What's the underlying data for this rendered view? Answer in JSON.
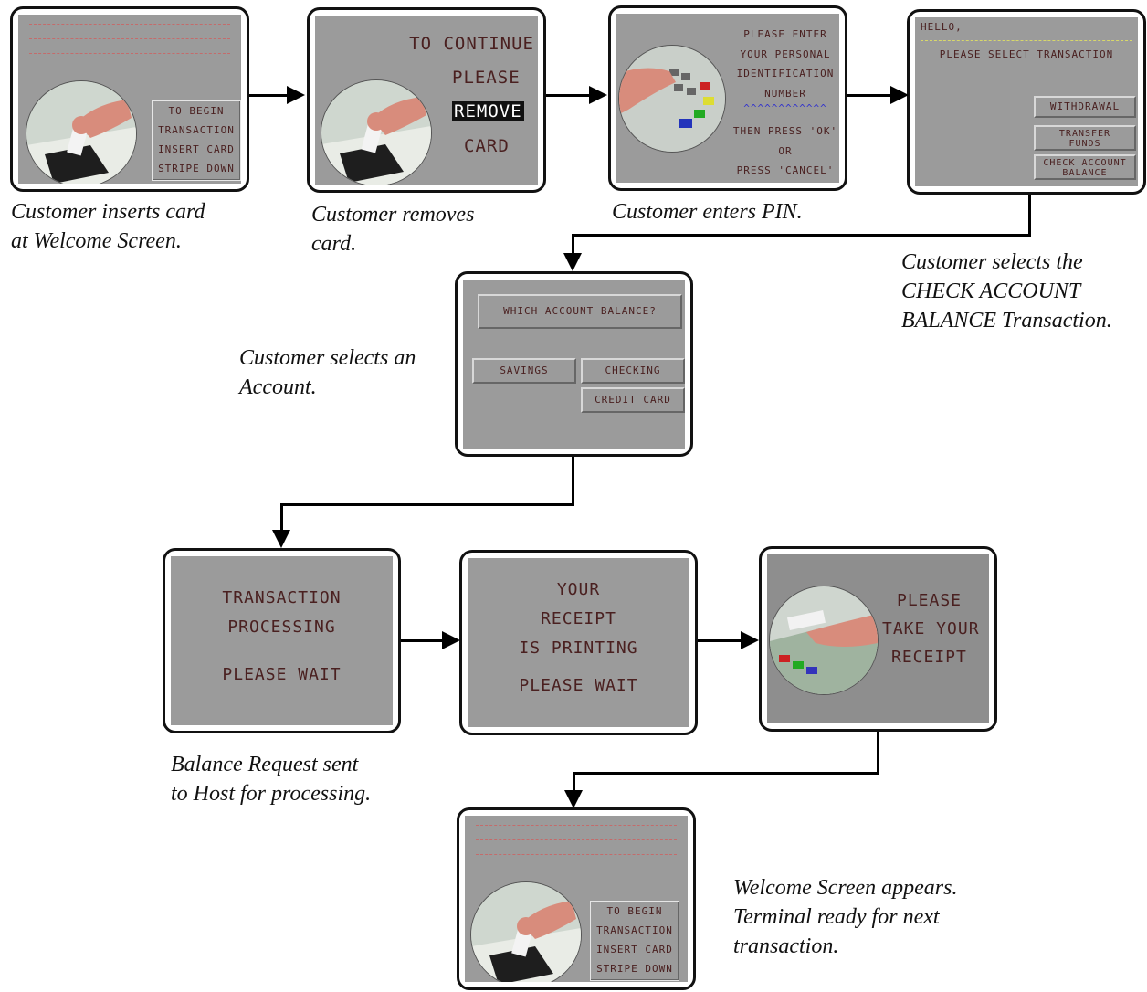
{
  "screens": {
    "welcome": {
      "lines": [
        "TO BEGIN",
        "TRANSACTION",
        "INSERT CARD",
        "STRIPE DOWN"
      ]
    },
    "remove": {
      "line1": "TO CONTINUE",
      "line2": "PLEASE",
      "line3": "REMOVE",
      "line4": "CARD"
    },
    "pin": {
      "lines": [
        "PLEASE ENTER",
        "YOUR PERSONAL",
        "IDENTIFICATION",
        "NUMBER",
        "^^^^^^^^^^^^",
        "THEN PRESS 'OK'",
        "OR",
        "PRESS 'CANCEL'"
      ]
    },
    "select": {
      "hello": "HELLO,",
      "prompt": "PLEASE SELECT TRANSACTION",
      "buttons": [
        "WITHDRAWAL",
        "TRANSFER FUNDS",
        "CHECK ACCOUNT BALANCE"
      ]
    },
    "account": {
      "title": "WHICH ACCOUNT BALANCE?",
      "savings": "SAVINGS",
      "checking": "CHECKING",
      "credit": "CREDIT CARD"
    },
    "processing": {
      "l1": "TRANSACTION",
      "l2": "PROCESSING",
      "l3": "PLEASE WAIT"
    },
    "receipt": {
      "l1": "YOUR",
      "l2": "RECEIPT",
      "l3": "IS PRINTING",
      "l4": "PLEASE WAIT"
    },
    "take": {
      "l1": "PLEASE",
      "l2": "TAKE YOUR",
      "l3": "RECEIPT"
    }
  },
  "captions": {
    "c1": [
      "Customer inserts card",
      "at Welcome Screen."
    ],
    "c2": [
      "Customer removes",
      "card."
    ],
    "c3": [
      "Customer enters PIN."
    ],
    "c4": [
      "Customer selects the",
      "CHECK ACCOUNT",
      "BALANCE Transaction."
    ],
    "c5": [
      "Customer selects an",
      "Account."
    ],
    "c6": [
      "Balance Request sent",
      "to Host for processing."
    ],
    "c7": [
      "Welcome Screen appears.",
      "Terminal ready for next",
      "transaction."
    ]
  }
}
